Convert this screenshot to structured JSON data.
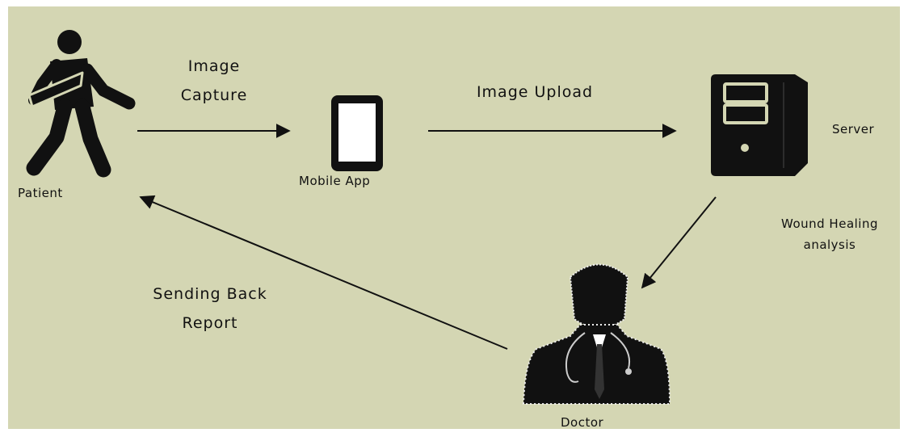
{
  "diagram": {
    "colors": {
      "background": "#d4d6b3",
      "ink": "#111111",
      "screen": "#ffffff"
    },
    "nodes": {
      "patient": {
        "label": "Patient",
        "icon": "patient-with-sling-icon"
      },
      "mobile_app": {
        "label": "Mobile App",
        "icon": "smartphone-icon"
      },
      "server": {
        "label": "Server",
        "icon": "server-tower-icon"
      },
      "doctor": {
        "label": "Doctor",
        "icon": "doctor-silhouette-icon"
      }
    },
    "edges": {
      "capture": {
        "from": "patient",
        "to": "mobile_app",
        "label_line1": "Image",
        "label_line2": "Capture"
      },
      "upload": {
        "from": "mobile_app",
        "to": "server",
        "label": "Image Upload"
      },
      "analysis": {
        "from": "server",
        "to": "doctor",
        "label_line1": "Wound Healing",
        "label_line2": "analysis"
      },
      "report": {
        "from": "doctor",
        "to": "patient",
        "label_line1": "Sending Back",
        "label_line2": "Report"
      }
    }
  }
}
